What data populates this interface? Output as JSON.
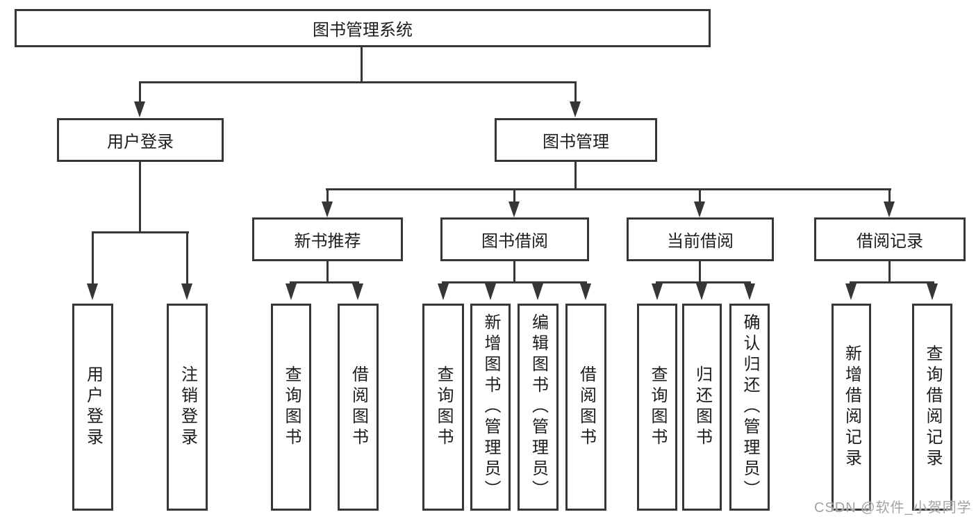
{
  "diagram": {
    "title": "图书管理系统",
    "root": {
      "label": "图书管理系统"
    },
    "level2": [
      {
        "id": "user-login",
        "label": "用户登录",
        "parent": "图书管理系统"
      },
      {
        "id": "book-management",
        "label": "图书管理",
        "parent": "图书管理系统"
      }
    ],
    "level3": [
      {
        "id": "new-book-recommend",
        "label": "新书推荐",
        "parent": "图书管理"
      },
      {
        "id": "book-borrow",
        "label": "图书借阅",
        "parent": "图书管理"
      },
      {
        "id": "current-borrow",
        "label": "当前借阅",
        "parent": "图书管理"
      },
      {
        "id": "borrow-records",
        "label": "借阅记录",
        "parent": "图书管理"
      }
    ],
    "leaves": [
      {
        "label": "用户登录",
        "parent": "用户登录"
      },
      {
        "label": "注销登录",
        "parent": "用户登录"
      },
      {
        "label": "查询图书",
        "parent": "新书推荐"
      },
      {
        "label": "借阅图书",
        "parent": "新书推荐"
      },
      {
        "label": "查询图书",
        "parent": "图书借阅"
      },
      {
        "label": "新增图书（管理员）",
        "parent": "图书借阅"
      },
      {
        "label": "编辑图书（管理员）",
        "parent": "图书借阅"
      },
      {
        "label": "借阅图书",
        "parent": "图书借阅"
      },
      {
        "label": "查询图书",
        "parent": "当前借阅"
      },
      {
        "label": "归还图书",
        "parent": "当前借阅"
      },
      {
        "label": "确认归还（管理员）",
        "parent": "当前借阅"
      },
      {
        "label": "新增借阅记录",
        "parent": "借阅记录"
      },
      {
        "label": "查询借阅记录",
        "parent": "借阅记录"
      }
    ],
    "colors": {
      "line": "#363636",
      "text": "#1c1c1c",
      "box_background": "#ffffff",
      "watermark": "#a3a3a3"
    }
  },
  "watermark": {
    "text": "CSDN @软件_小贺同学"
  }
}
